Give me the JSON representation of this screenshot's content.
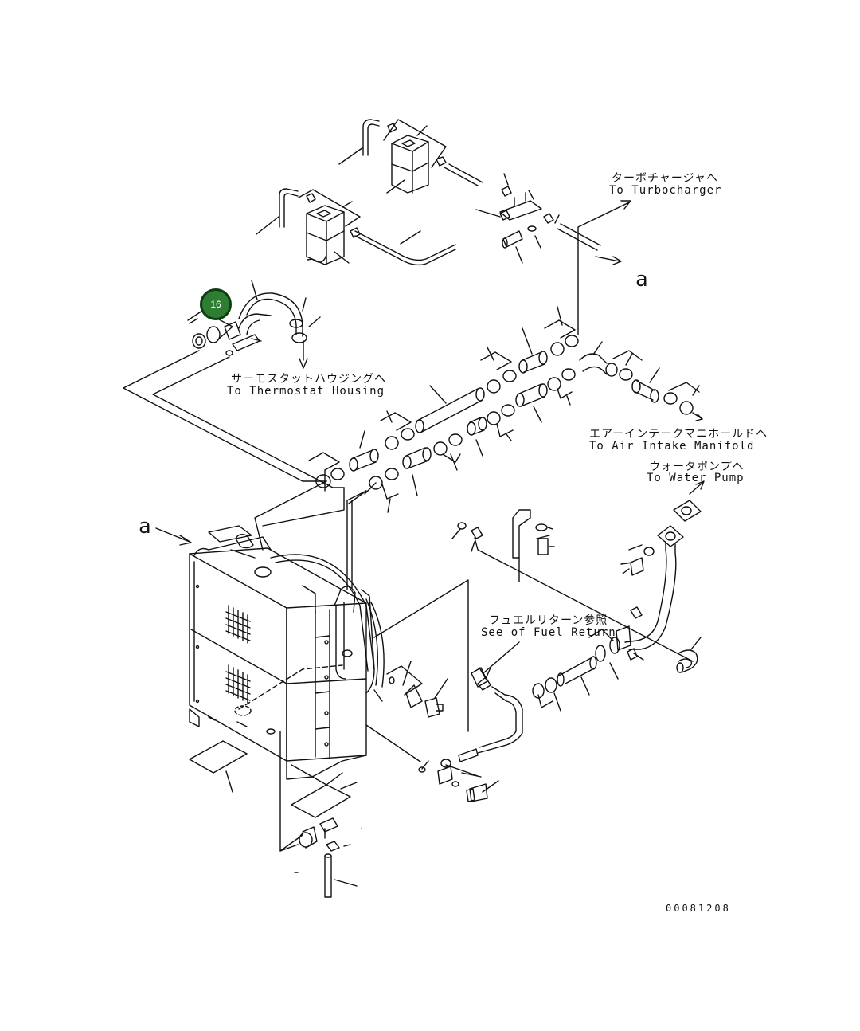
{
  "labels": {
    "turbo_jp": "ターボチャージャヘ",
    "turbo_en": "To Turbocharger",
    "thermo_jp": "サーモスタットハウジングヘ",
    "thermo_en": "To Thermostat Housing",
    "intake_jp": "エアーインテークマニホールドヘ",
    "intake_en": "To Air Intake Manifold",
    "pump_jp": "ウォータポンプヘ",
    "pump_en": "To Water Pump",
    "fuel_jp": "フュエルリターン参照",
    "fuel_en": "See of Fuel Return",
    "ref_a_top": "a",
    "ref_a_left": "a",
    "drawing_no": "00081208"
  },
  "callout": {
    "number": "16",
    "color": "#2e7d32"
  }
}
